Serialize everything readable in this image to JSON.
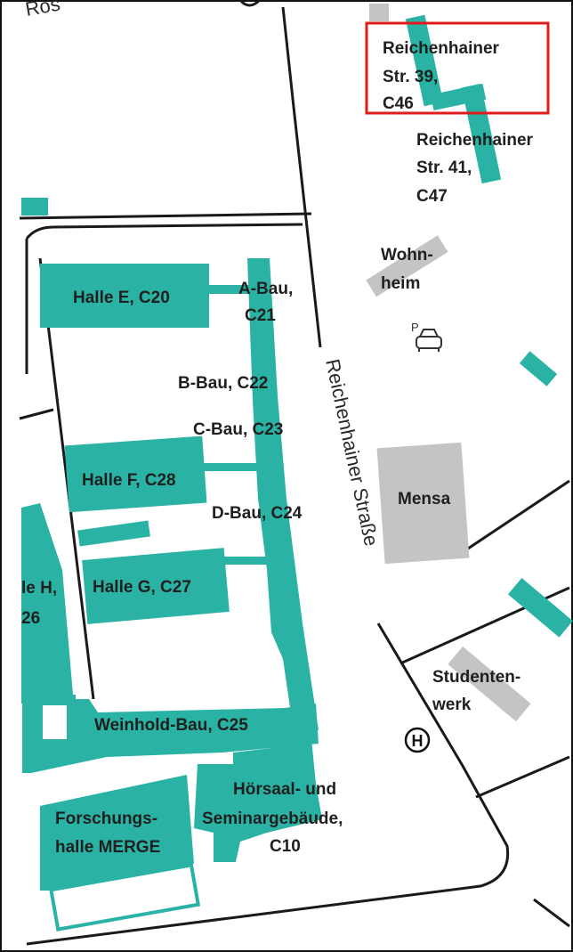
{
  "map": {
    "top_street_fragment": "Ros",
    "street_label": "Reichenhainer Straße",
    "highlight_color": "#e01b1b",
    "building_color": "#2ab3a4",
    "other_building_color": "#c4c4c4",
    "labels": {
      "c46": [
        "Reichenhainer",
        "Str. 39,",
        "C46"
      ],
      "c47": [
        "Reichenhainer",
        "Str. 41,",
        "C47"
      ],
      "wohnheim": [
        "Wohn-",
        "heim"
      ],
      "parking": "P",
      "halle_e": "Halle E, C20",
      "a_bau": [
        "A-Bau,",
        "C21"
      ],
      "b_bau": "B-Bau, C22",
      "c_bau": "C-Bau, C23",
      "halle_f": "Halle F, C28",
      "d_bau": "D-Bau, C24",
      "mensa": "Mensa",
      "halle_h": [
        "le H,",
        "26"
      ],
      "halle_g": "Halle G, C27",
      "studentenwerk": [
        "Studenten-",
        "werk"
      ],
      "weinhold": "Weinhold-Bau, C25",
      "bus_stop": "H",
      "hoersaal": [
        "Hörsaal- und",
        "Seminargebäude,",
        "C10"
      ],
      "merge": [
        "Forschungs-",
        "halle MERGE"
      ]
    }
  }
}
